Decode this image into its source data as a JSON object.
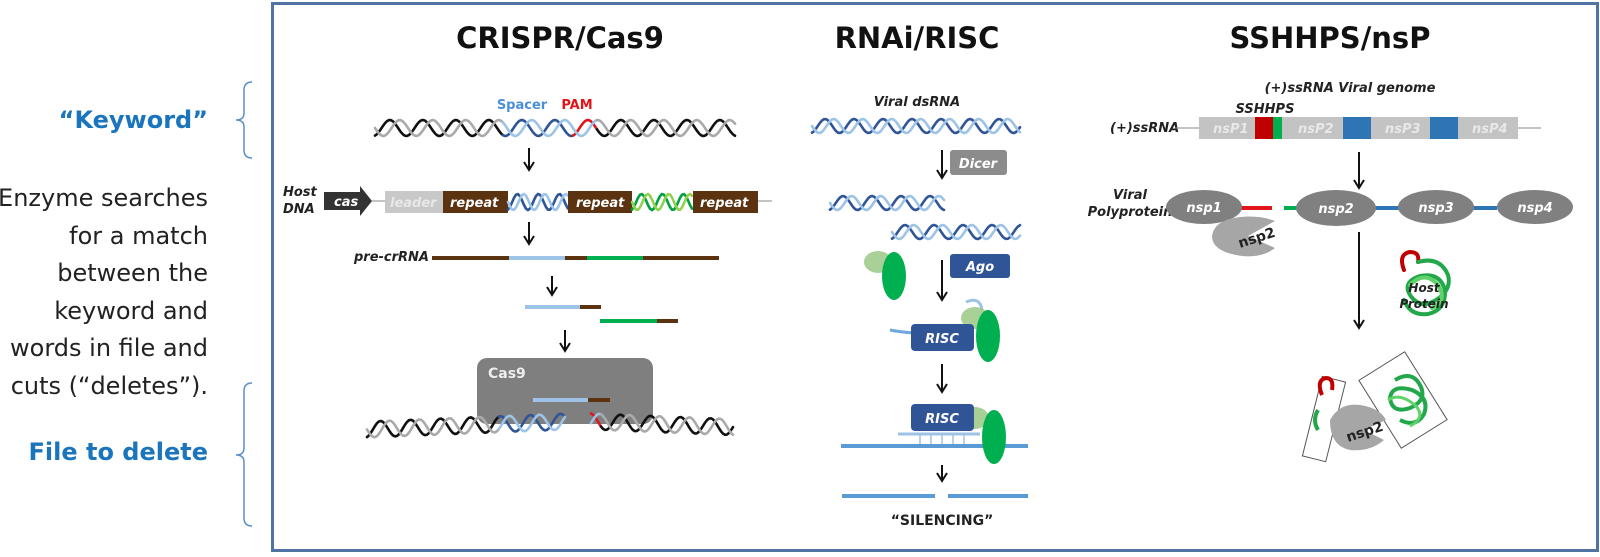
{
  "left_panel": {
    "keyword_label": "“Keyword”",
    "description_lines": [
      "Enzyme searches",
      "for a match",
      "between the",
      "keyword and",
      "words in file and",
      "cuts (“deletes”)."
    ],
    "file_label": "File to delete"
  },
  "panels": {
    "crispr": {
      "title": "CRISPR/Cas9",
      "spacer_label": "Spacer",
      "pam_label": "PAM",
      "host_dna_label_1": "Host",
      "host_dna_label_2": "DNA",
      "cas_label": "cas",
      "leader_label": "leader",
      "repeat_label": "repeat",
      "pre_crrna_label": "pre-crRNA",
      "cas9_label": "Cas9"
    },
    "rnai": {
      "title": "RNAi/RISC",
      "viral_dsrna_label": "Viral dsRNA",
      "dicer_label": "Dicer",
      "ago_label": "Ago",
      "risc_label": "RISC",
      "silencing_label": "“SILENCING”"
    },
    "sshhps": {
      "title": "SSHHPS/nsP",
      "genome_label": "(+)ssRNA Viral genome",
      "sshhps_label": "SSHHPS",
      "ssrna_label": "(+)ssRNA",
      "genome_segments": [
        "nsP1",
        "nsP2",
        "nsP3",
        "nsP4"
      ],
      "polyprotein_label_1": "Viral",
      "polyprotein_label_2": "Polyprotein",
      "proteins": [
        "nsp1",
        "nsp2",
        "nsp3",
        "nsp4"
      ],
      "protease_label": "nsp2",
      "host_protein_label_1": "Host",
      "host_protein_label_2": "Protein"
    }
  },
  "colors": {
    "accent_blue": "#1b75bc",
    "frame": "#4f73a3",
    "repeat_brown": "#5c3310",
    "spacer_blue": "#8fbfe8",
    "dark_blue": "#2f5597",
    "green": "#00b050",
    "red": "#e0161b",
    "gray": "#7f7f7f"
  }
}
